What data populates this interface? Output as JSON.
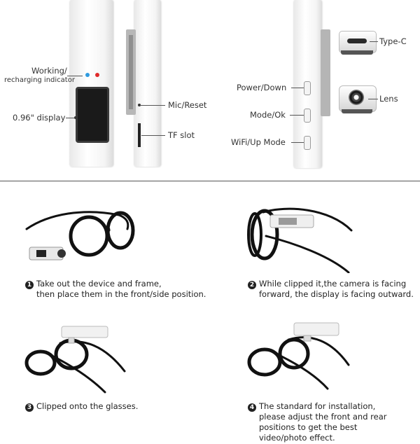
{
  "labels": {
    "indicator_line1": "Working/",
    "indicator_line2": "recharging indicator",
    "display": "0.96\" display",
    "mic_reset": "Mic/Reset",
    "tf_slot": "TF slot",
    "power_down": "Power/Down",
    "mode_ok": "Mode/Ok",
    "wifi_up": "WiFi/Up Mode",
    "type_c": "Type-C",
    "lens": "Lens"
  },
  "steps": [
    {
      "num": "1",
      "lines": [
        "Take out the device and frame,",
        "then place them in the front/side position."
      ]
    },
    {
      "num": "2",
      "lines": [
        "While clipped it,the camera is facing",
        "forward, the display is facing outward."
      ]
    },
    {
      "num": "3",
      "lines": [
        "Clipped onto the glasses."
      ]
    },
    {
      "num": "4",
      "lines": [
        "The standard for installation,",
        "please adjust the front and rear",
        "positions to get the best",
        "video/photo effect."
      ]
    }
  ],
  "colors": {
    "indicator_blue": "#2f9be0",
    "indicator_red": "#e02a2a",
    "frame": "#111111"
  }
}
